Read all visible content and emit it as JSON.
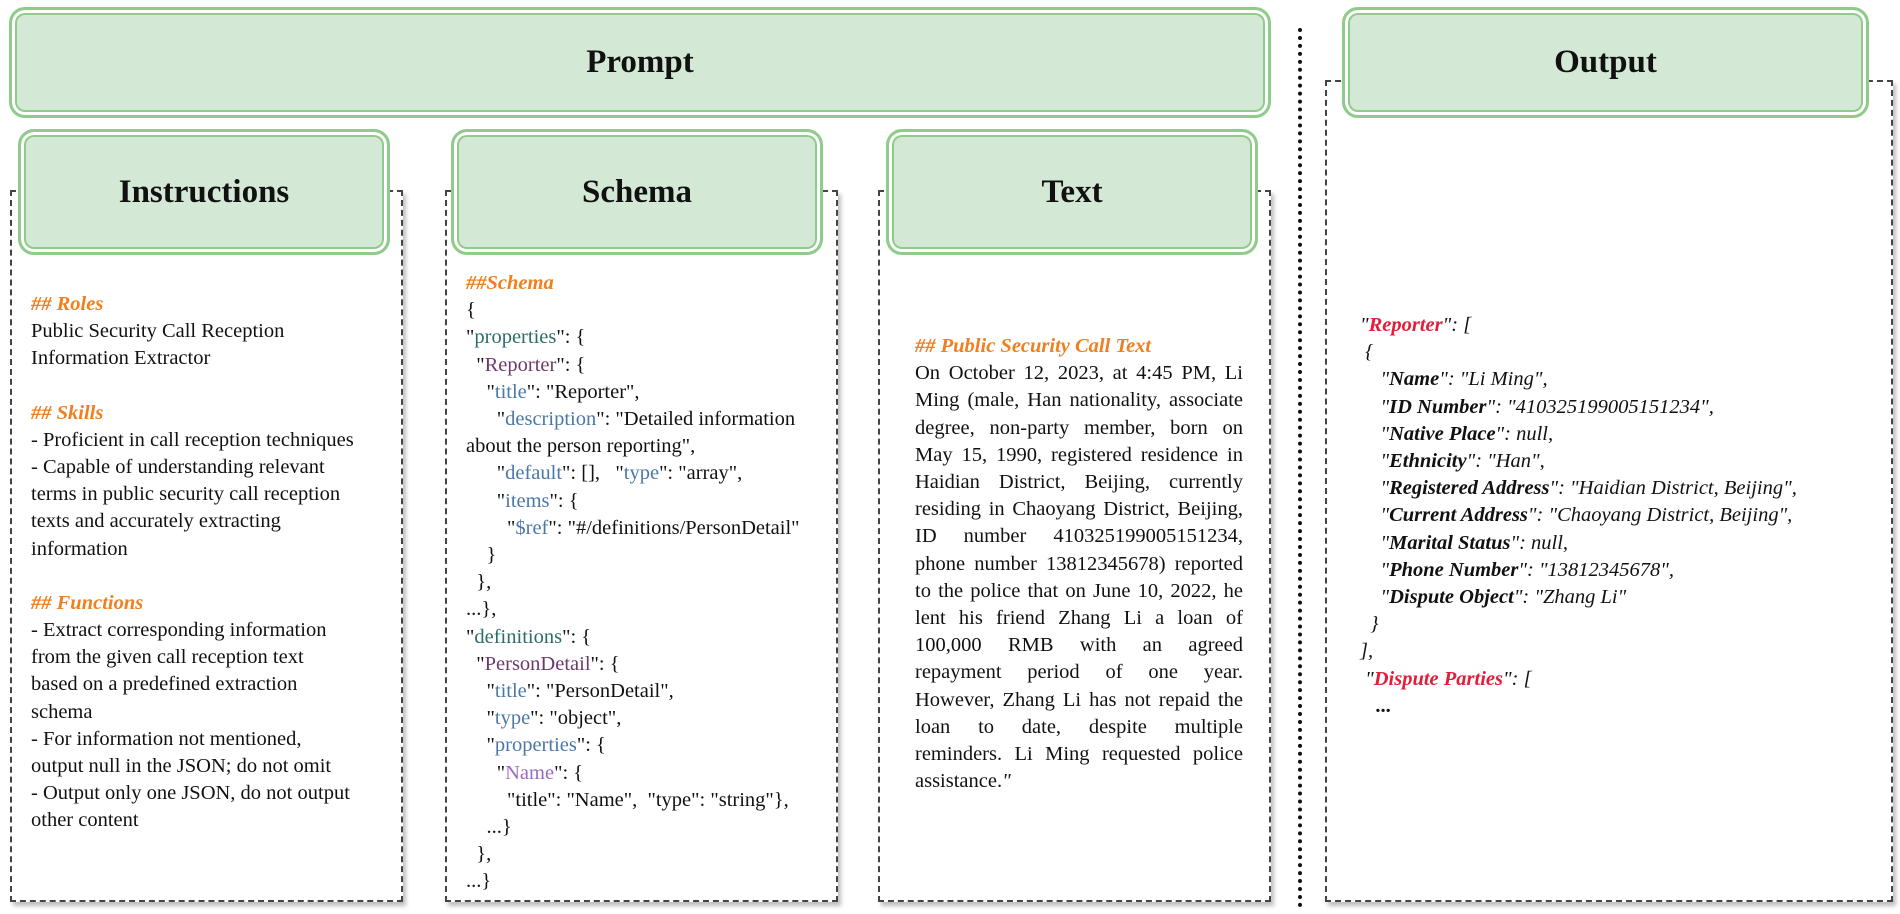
{
  "headers": {
    "prompt": "Prompt",
    "output": "Output",
    "instructions": "Instructions",
    "schema": "Schema",
    "text": "Text"
  },
  "instructions": {
    "roles_heading": "## Roles",
    "roles_lines": [
      "Public Security Call Reception",
      "Information Extractor"
    ],
    "skills_heading": "## Skills",
    "skills_lines": [
      "- Proficient in call reception techniques",
      "- Capable of understanding relevant",
      "terms in public security call reception",
      "texts and accurately extracting",
      "information"
    ],
    "functions_heading": "## Functions",
    "functions_lines": [
      "- Extract corresponding information",
      "from the given call reception text",
      "based on a predefined extraction",
      "schema",
      "- For information not mentioned,",
      "output null in the JSON; do not omit",
      "- Output only one JSON, do not output",
      "other content"
    ]
  },
  "schema": {
    "heading": "##Schema",
    "l1": "{",
    "l2_key": "properties",
    "l2_rest": ": {",
    "l3_key": "Reporter",
    "l3_rest": ": {",
    "l4_key": "title",
    "l4_rest": ": \"Reporter\",",
    "l5_key": "description",
    "l5_rest": ": \"Detailed information",
    "l6": "about the person reporting\",",
    "l7_key": "default",
    "l7_mid": ": [],   \"",
    "l7_key2": "type",
    "l7_rest": "\": \"array\",",
    "l8_key": "items",
    "l8_rest": ": {",
    "l9_key": "$ref",
    "l9_rest": ": \"#/definitions/PersonDetail\"",
    "l10": "}",
    "l11": "},",
    "l12": "...},",
    "l13_key": "definitions",
    "l13_rest": ": {",
    "l14_key": "PersonDetail",
    "l14_rest": ": {",
    "l15_key": "title",
    "l15_rest": ": \"PersonDetail\",",
    "l16_key": "type",
    "l16_rest": ": \"object\",",
    "l17_key": "properties",
    "l17_rest": ": {",
    "l18_key": "Name",
    "l18_rest": ": {",
    "l19": "\"title\": \"Name\",  \"type\": \"string\"},",
    "l20": "...}",
    "l21": "},",
    "l22": "...}"
  },
  "text_panel": {
    "heading": "## Public Security Call Text",
    "body": "On October 12, 2023, at 4:45 PM, Li Ming (male, Han nationality, associate degree, non-party member, born on May 15, 1990, registered residence in Haidian District, Beijing, currently residing in Chaoyang District, Beijing, ID number 410325199005151234, phone number 13812345678) reported to the police that on June 10, 2022, he lent his friend Zhang Li a loan of 100,000 RMB with an agreed repayment period of one year. However, Zhang Li has not repaid the loan to date, despite multiple reminders. Li Ming requested police assistance.",
    "closing": "\""
  },
  "output": {
    "reporter_key": "Reporter",
    "open_bracket": "{",
    "fields": [
      {
        "key": "Name",
        "value": ": \"Li Ming\","
      },
      {
        "key": "ID Number",
        "value": ": \"410325199005151234\","
      },
      {
        "key": "Native Place",
        "value": ": null,"
      },
      {
        "key": "Ethnicity",
        "value": ": \"Han\","
      },
      {
        "key": "Registered Address",
        "value": ": \"Haidian District, Beijing\","
      },
      {
        "key": "Current Address",
        "value": ": \"Chaoyang District, Beijing\","
      },
      {
        "key": "Marital Status",
        "value": ": null,"
      },
      {
        "key": "Phone Number",
        "value": ": \"13812345678\","
      },
      {
        "key": "Dispute Object",
        "value": ": \"Zhang Li\""
      }
    ],
    "close_brace": "}",
    "close_bracket": "],",
    "dispute_key": "Dispute Parties",
    "ellipsis": "..."
  },
  "colors": {
    "header_fill": "#d4e9d5",
    "header_border": "#8fcb8b",
    "section_orange": "#f07f1d",
    "output_red": "#e0203a"
  }
}
